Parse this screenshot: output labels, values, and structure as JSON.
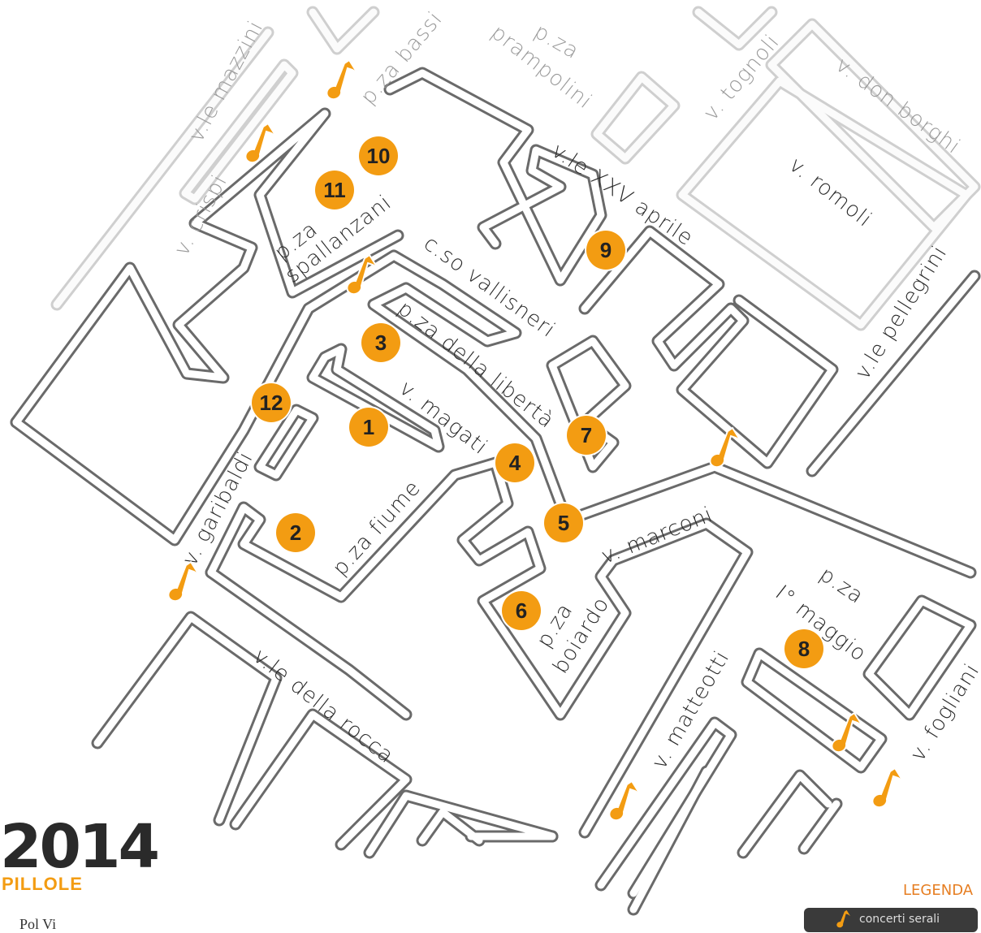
{
  "map": {
    "colors": {
      "accent": "#f39c12",
      "street": "#6a6a6a",
      "faded_street": "#cfcfcf"
    },
    "street_labels": [
      {
        "id": "vle-mazzini",
        "text": "v.le mazzini",
        "tone": "light"
      },
      {
        "id": "pza-bassi",
        "text": "p.za bassi",
        "tone": "light"
      },
      {
        "id": "pza-prampolini-1",
        "text": "p.za",
        "tone": "light"
      },
      {
        "id": "pza-prampolini-2",
        "text": "prampolini",
        "tone": "light"
      },
      {
        "id": "v-tognoli",
        "text": "v. tognoli",
        "tone": "light"
      },
      {
        "id": "v-don-borghi",
        "text": "v. don borghi",
        "tone": "light"
      },
      {
        "id": "v-crispi",
        "text": "v. crispi",
        "tone": "light"
      },
      {
        "id": "v-romoli",
        "text": "v. romoli",
        "tone": "dark"
      },
      {
        "id": "vle-xxv-aprile",
        "text": "v.le XXV aprile",
        "tone": "dark"
      },
      {
        "id": "pza-spallanzani-1",
        "text": "p.za",
        "tone": "dark"
      },
      {
        "id": "pza-spallanzani-2",
        "text": "spallanzani",
        "tone": "dark"
      },
      {
        "id": "cso-vallisneri",
        "text": "c.so vallisneri",
        "tone": "dark"
      },
      {
        "id": "pza-liberta",
        "text": "p.za della libertà",
        "tone": "dark"
      },
      {
        "id": "v-magati",
        "text": "v. magati",
        "tone": "dark"
      },
      {
        "id": "vle-pellegrini",
        "text": "v.le pellegrini",
        "tone": "dark"
      },
      {
        "id": "v-garibaldi",
        "text": "v. garibaldi",
        "tone": "dark"
      },
      {
        "id": "pza-fiume",
        "text": "p.za fiume",
        "tone": "dark"
      },
      {
        "id": "v-marconi",
        "text": "v. marconi",
        "tone": "dark"
      },
      {
        "id": "pza-primo-maggio-1",
        "text": "p.za",
        "tone": "dark"
      },
      {
        "id": "pza-primo-maggio-2",
        "text": "I° maggio",
        "tone": "dark"
      },
      {
        "id": "pza-boiardo-1",
        "text": "p.za",
        "tone": "dark"
      },
      {
        "id": "pza-boiardo-2",
        "text": "boiardo",
        "tone": "dark"
      },
      {
        "id": "vle-della-rocca",
        "text": "v.le della rocca",
        "tone": "dark"
      },
      {
        "id": "v-matteotti",
        "text": "v. matteotti",
        "tone": "dark"
      },
      {
        "id": "v-fogliani",
        "text": "v. fogliani",
        "tone": "dark"
      }
    ],
    "markers": [
      {
        "id": "m1",
        "label": "1"
      },
      {
        "id": "m2",
        "label": "2"
      },
      {
        "id": "m3",
        "label": "3"
      },
      {
        "id": "m4",
        "label": "4"
      },
      {
        "id": "m5",
        "label": "5"
      },
      {
        "id": "m6",
        "label": "6"
      },
      {
        "id": "m7",
        "label": "7"
      },
      {
        "id": "m8",
        "label": "8"
      },
      {
        "id": "m9",
        "label": "9"
      },
      {
        "id": "m10",
        "label": "10"
      },
      {
        "id": "m11",
        "label": "11"
      },
      {
        "id": "m12",
        "label": "12"
      }
    ],
    "music_note_icon": "music-note-icon"
  },
  "branding": {
    "year": "2014",
    "subtitle": "PILLOLE",
    "credit": "Pol Vi"
  },
  "legend": {
    "title": "LEGENDA",
    "entry_text": "concerti serali"
  }
}
